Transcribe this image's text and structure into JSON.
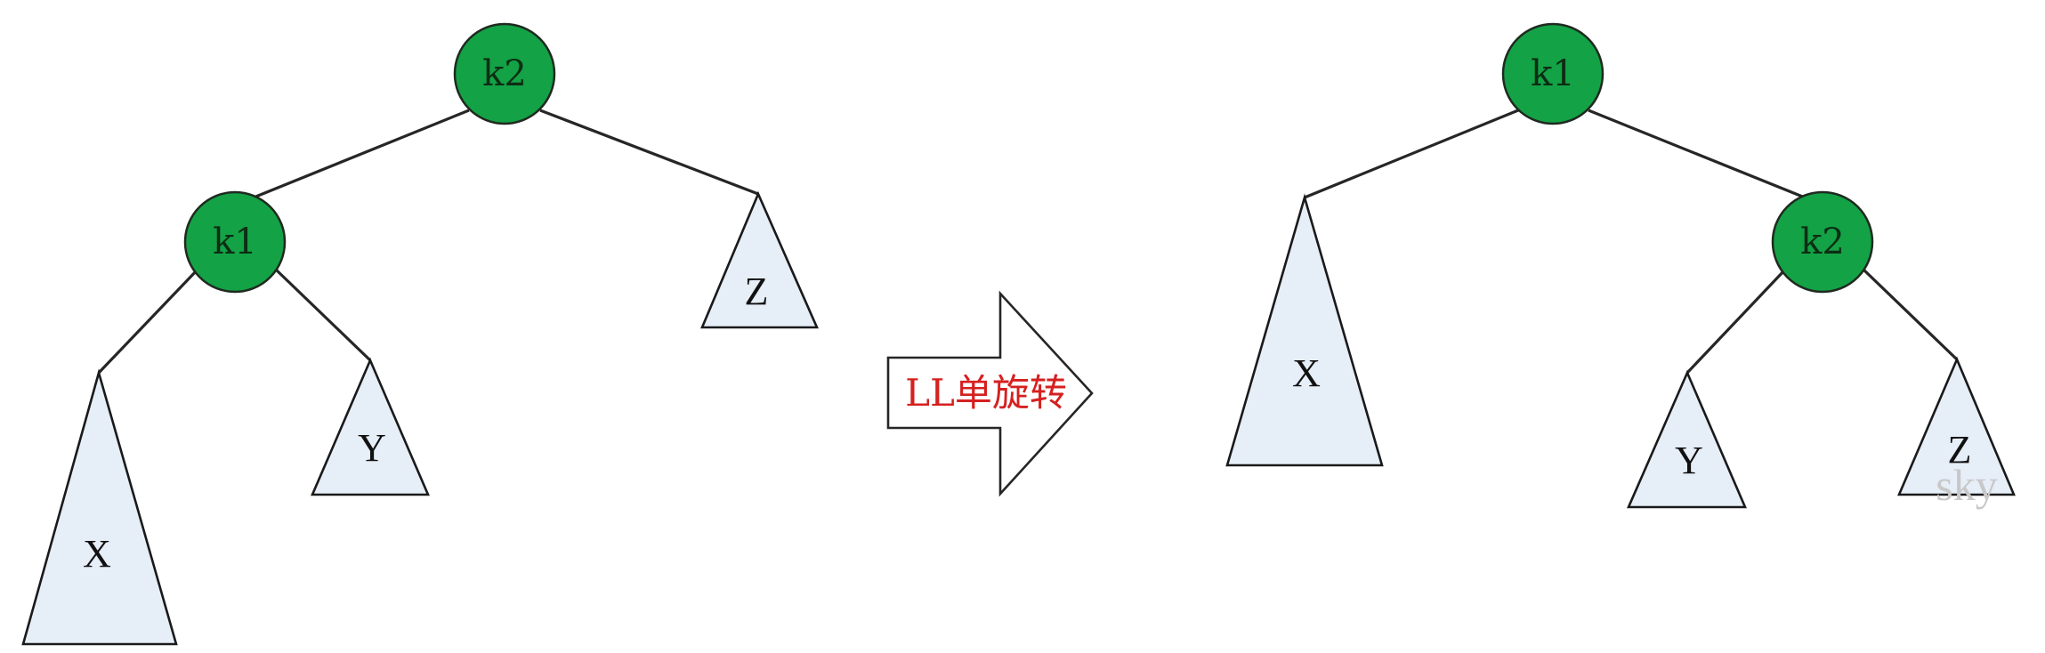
{
  "diagram": {
    "colors": {
      "node_fill": "#13a245",
      "subtree_fill": "#e6eef8",
      "arrow_text": "#d62020"
    },
    "before": {
      "root": "k2",
      "left_child": "k1",
      "subtrees": {
        "left_left": "X",
        "left_right": "Y",
        "right": "Z"
      }
    },
    "operation": {
      "label": "LL单旋转",
      "icon": "right-arrow-icon"
    },
    "after": {
      "root": "k1",
      "right_child": "k2",
      "subtrees": {
        "left": "X",
        "right_left": "Y",
        "right_right": "Z"
      }
    },
    "watermark": "sky"
  }
}
